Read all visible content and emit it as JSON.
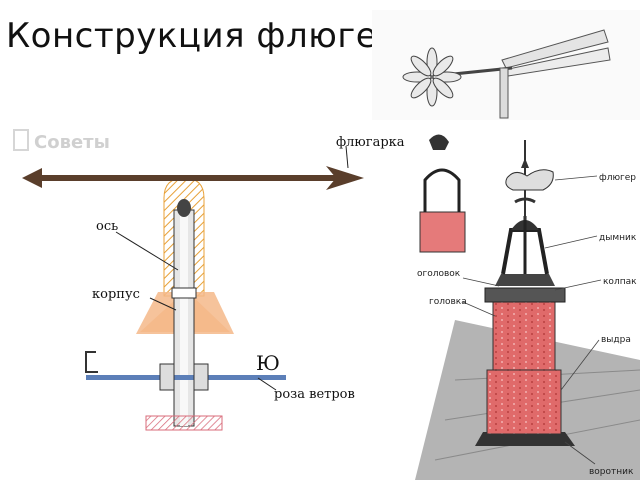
{
  "title": "Конструкция флюгера",
  "watermark": "Советы",
  "left_diagram": {
    "labels": {
      "weathervane": "флюгарка",
      "axis": "ось",
      "body": "корпус",
      "wind_rose": "роза ветров",
      "letter_s": "С",
      "letter_yu": "Ю"
    }
  },
  "right_diagram": {
    "labels": {
      "weathervane": "флюгер",
      "smoke_catcher": "дымник",
      "cap": "колпак",
      "head_top": "оголовок",
      "head": "головка",
      "offset": "выдра",
      "collar": "воротник"
    }
  },
  "colors": {
    "rod": "#5a3e2b",
    "hatch": "#e8a23a",
    "cone": "#f4b98a",
    "rose": "#5c7fb8",
    "brick": "#e06a6a",
    "roof": "#9a9a9a"
  }
}
